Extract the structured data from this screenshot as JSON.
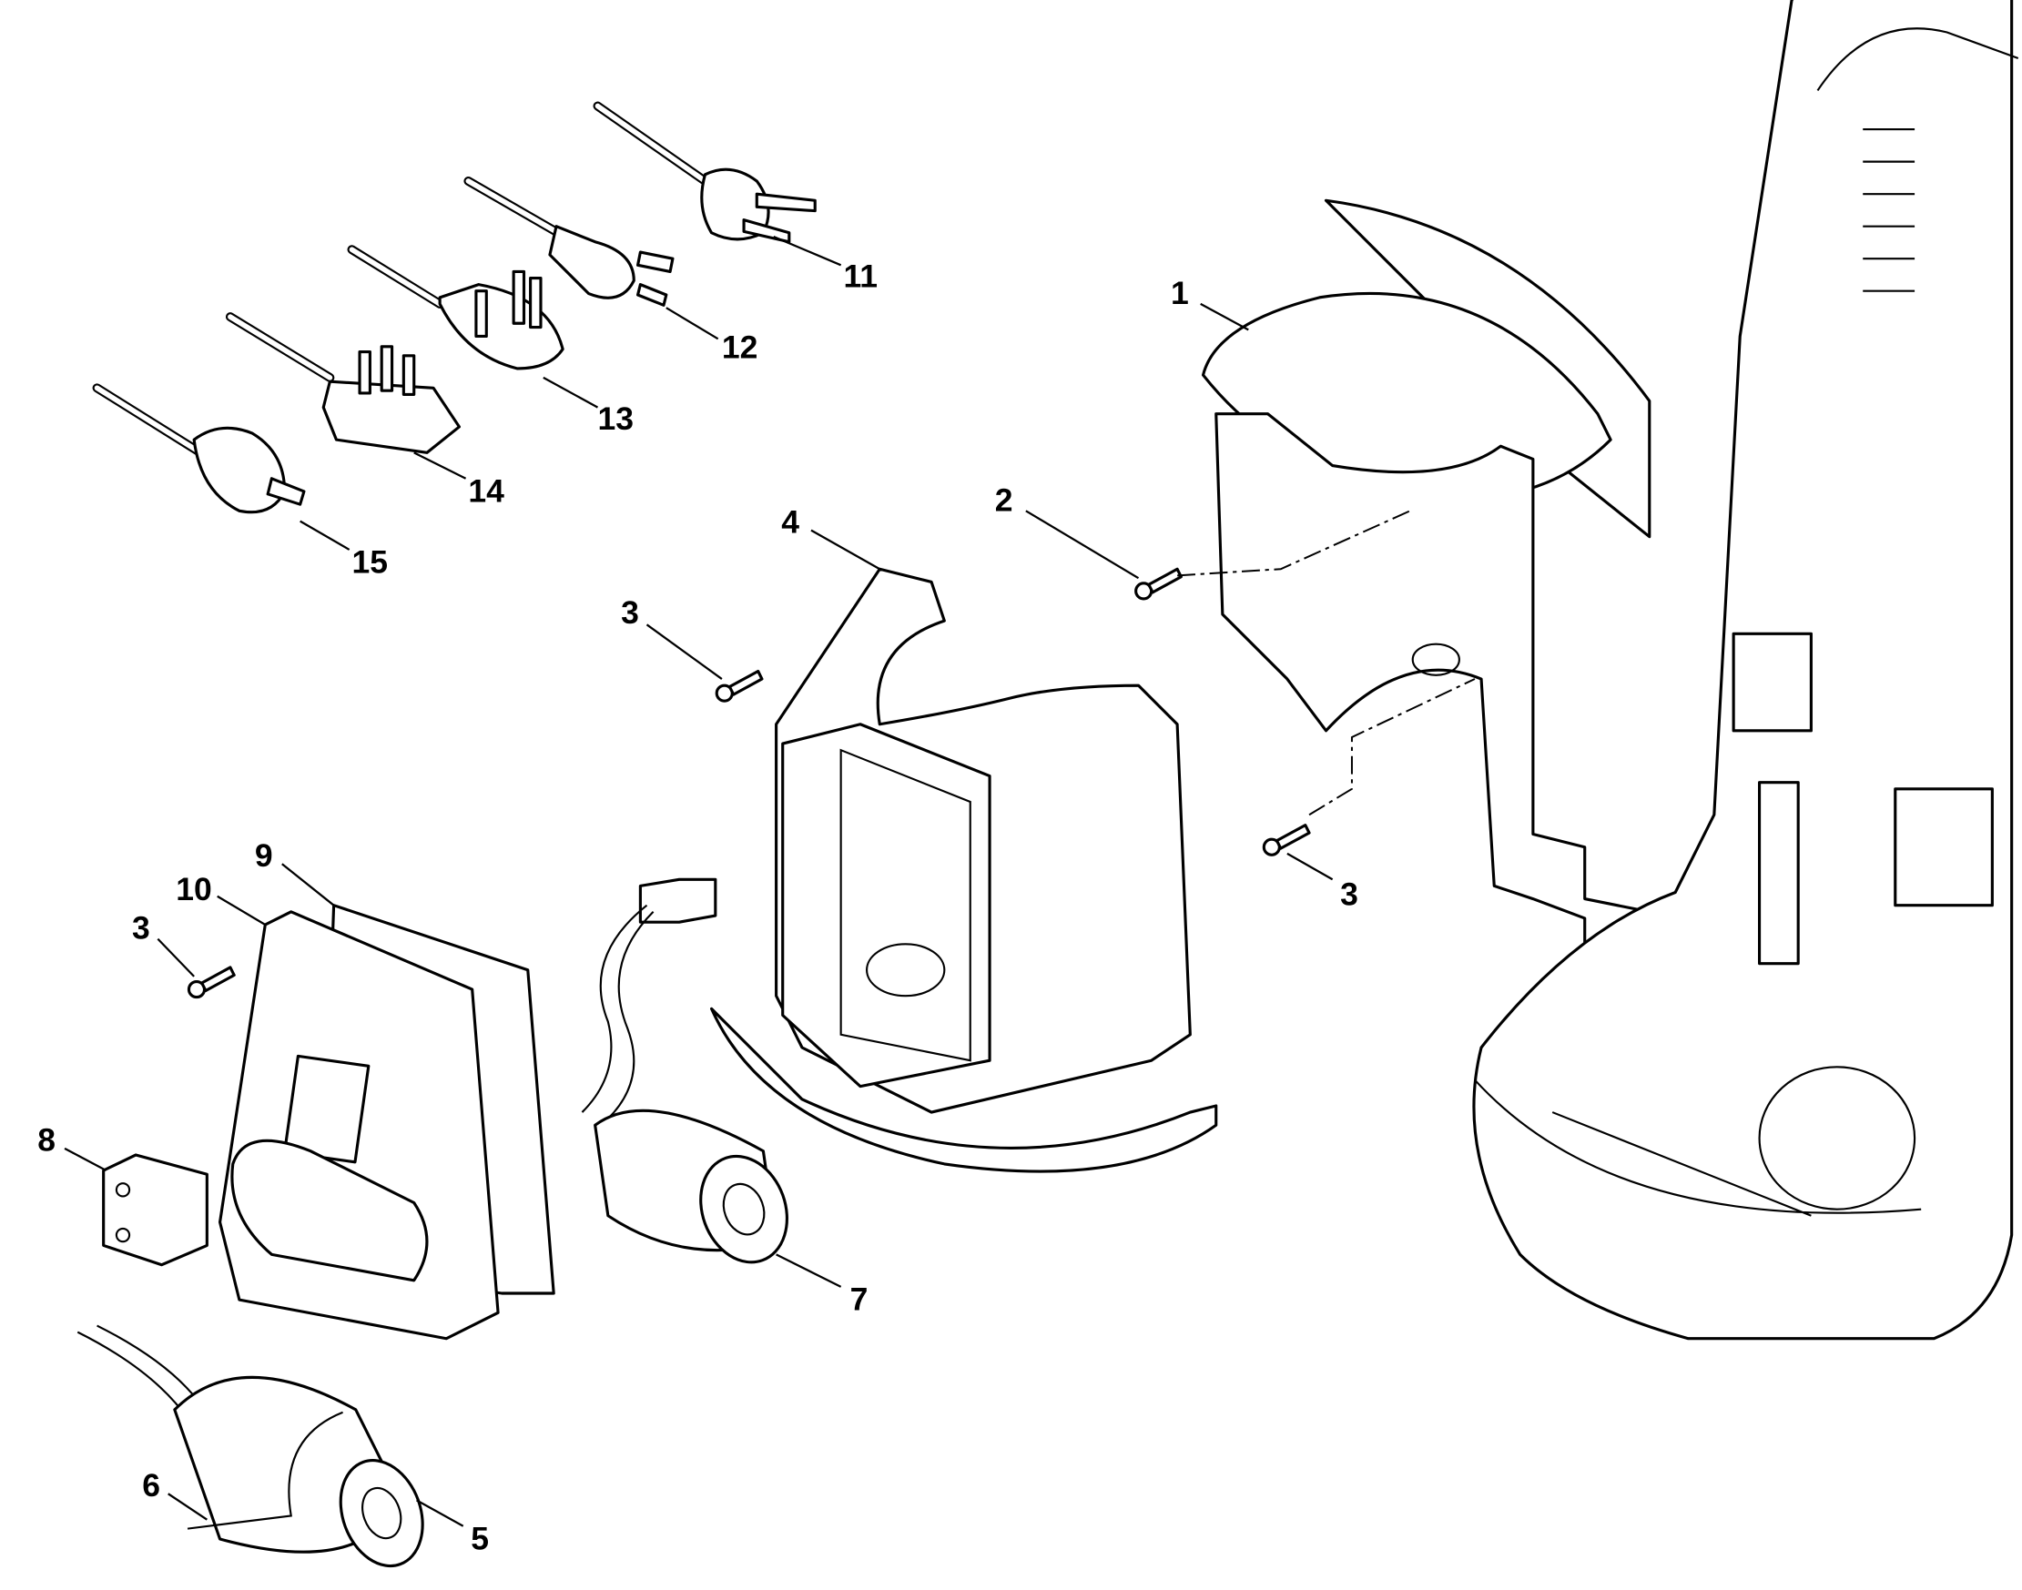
{
  "diagram": {
    "type": "exploded-parts-diagram",
    "callouts": {
      "c1": "1",
      "c2": "2",
      "c3a": "3",
      "c3b": "3",
      "c3c": "3",
      "c4": "4",
      "c5": "5",
      "c6": "6",
      "c7": "7",
      "c8": "8",
      "c9": "9",
      "c10": "10",
      "c11": "11",
      "c12": "12",
      "c13": "13",
      "c14": "14",
      "c15": "15"
    }
  }
}
